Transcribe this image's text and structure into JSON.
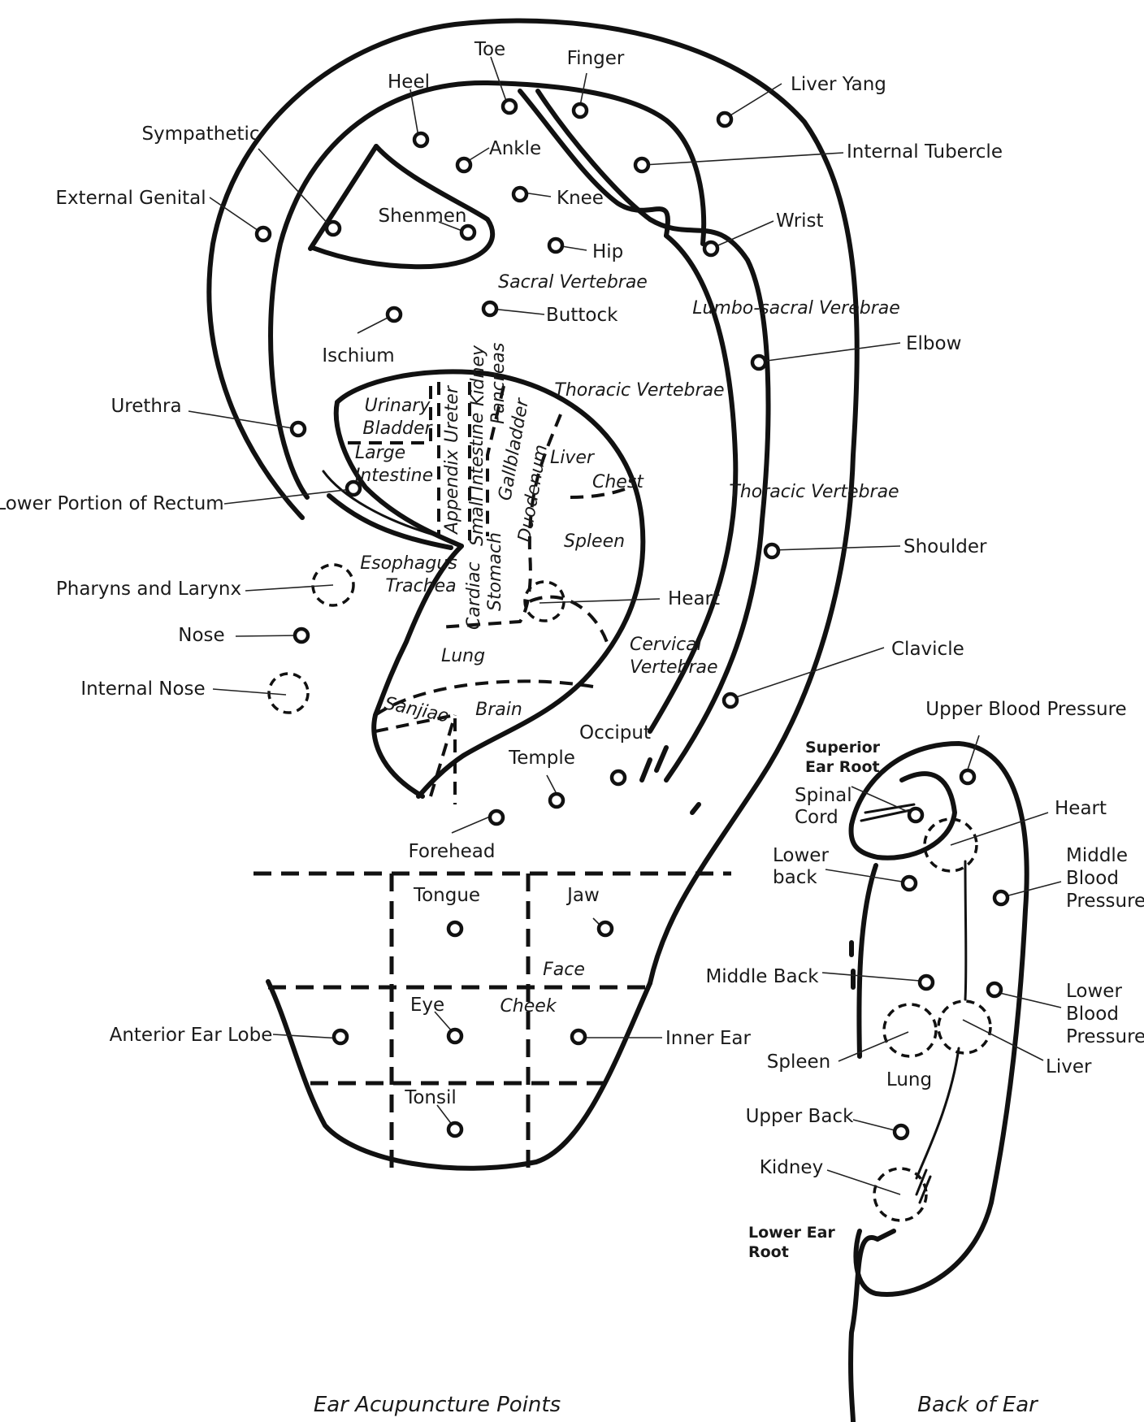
{
  "front": {
    "caption": "Ear Acupuncture Points",
    "points": [
      {
        "id": "toe",
        "label": "Toe"
      },
      {
        "id": "finger",
        "label": "Finger"
      },
      {
        "id": "heel",
        "label": "Heel"
      },
      {
        "id": "liver-yang",
        "label": "Liver Yang"
      },
      {
        "id": "sympathetic",
        "label": "Sympathetic"
      },
      {
        "id": "ankle",
        "label": "Ankle"
      },
      {
        "id": "internal-tubercle",
        "label": "Internal Tubercle"
      },
      {
        "id": "external-genital",
        "label": "External Genital"
      },
      {
        "id": "knee",
        "label": "Knee"
      },
      {
        "id": "shenmen",
        "label": "Shenmen"
      },
      {
        "id": "wrist",
        "label": "Wrist"
      },
      {
        "id": "hip",
        "label": "Hip"
      },
      {
        "id": "buttock",
        "label": "Buttock"
      },
      {
        "id": "ischium",
        "label": "Ischium"
      },
      {
        "id": "elbow",
        "label": "Elbow"
      },
      {
        "id": "urethra",
        "label": "Urethra"
      },
      {
        "id": "lower-rectum",
        "label": "Lower Portion of Rectum"
      },
      {
        "id": "shoulder",
        "label": "Shoulder"
      },
      {
        "id": "pharynx",
        "label": "Pharyns and Larynx"
      },
      {
        "id": "heart",
        "label": "Heart"
      },
      {
        "id": "nose",
        "label": "Nose"
      },
      {
        "id": "clavicle",
        "label": "Clavicle"
      },
      {
        "id": "internal-nose",
        "label": "Internal Nose"
      },
      {
        "id": "occiput",
        "label": "Occiput"
      },
      {
        "id": "temple",
        "label": "Temple"
      },
      {
        "id": "forehead",
        "label": "Forehead"
      },
      {
        "id": "tongue",
        "label": "Tongue"
      },
      {
        "id": "jaw",
        "label": "Jaw"
      },
      {
        "id": "eye",
        "label": "Eye"
      },
      {
        "id": "anterior-ear-lobe",
        "label": "Anterior Ear Lobe"
      },
      {
        "id": "inner-ear",
        "label": "Inner Ear"
      },
      {
        "id": "tonsil",
        "label": "Tonsil"
      }
    ],
    "regions": [
      {
        "id": "sacral-vertebrae",
        "label": "Sacral Vertebrae"
      },
      {
        "id": "lumbo-sacral",
        "label": "Lumbo-sacral Verebrae"
      },
      {
        "id": "thoracic-vertebrae-inner",
        "label": "Thoracic Vertebrae"
      },
      {
        "id": "thoracic-vertebrae-outer",
        "label": "Thoracic Vertebrae"
      },
      {
        "id": "urinary",
        "label": "Urinary"
      },
      {
        "id": "bladder",
        "label": "Bladder"
      },
      {
        "id": "large",
        "label": "Large"
      },
      {
        "id": "intestine",
        "label": "Intestine"
      },
      {
        "id": "ureter",
        "label": "Ureter"
      },
      {
        "id": "kidney",
        "label": "Kidney"
      },
      {
        "id": "pancreas",
        "label": "Pancreas"
      },
      {
        "id": "appendix",
        "label": "Appendix"
      },
      {
        "id": "small-intestine",
        "label": "Small Intestine"
      },
      {
        "id": "gallbladder",
        "label": "Gallbladder"
      },
      {
        "id": "duodenum",
        "label": "Duodenum"
      },
      {
        "id": "liver",
        "label": "Liver"
      },
      {
        "id": "chest",
        "label": "Chest"
      },
      {
        "id": "spleen",
        "label": "Spleen"
      },
      {
        "id": "esophagus",
        "label": "Esophagus"
      },
      {
        "id": "trachea",
        "label": "Trachea"
      },
      {
        "id": "cardiac",
        "label": "Cardiac"
      },
      {
        "id": "stomach",
        "label": "Stomach"
      },
      {
        "id": "cervical",
        "label": "Cervical"
      },
      {
        "id": "vertebrae",
        "label": "Vertebrae"
      },
      {
        "id": "lung",
        "label": "Lung"
      },
      {
        "id": "sanjiao",
        "label": "Sanjiao"
      },
      {
        "id": "brain",
        "label": "Brain"
      },
      {
        "id": "face",
        "label": "Face"
      },
      {
        "id": "cheek",
        "label": "Cheek"
      }
    ]
  },
  "back": {
    "caption": "Back of Ear",
    "points": [
      {
        "id": "upper-bp",
        "label": "Upper Blood Pressure"
      },
      {
        "id": "spinal-cord-1",
        "label": "Spinal"
      },
      {
        "id": "spinal-cord-2",
        "label": "Cord"
      },
      {
        "id": "heart",
        "label": "Heart"
      },
      {
        "id": "lower-back-1",
        "label": "Lower"
      },
      {
        "id": "lower-back-2",
        "label": "back"
      },
      {
        "id": "middle-bp-1",
        "label": "Middle"
      },
      {
        "id": "middle-bp-2",
        "label": "Blood"
      },
      {
        "id": "middle-bp-3",
        "label": "Pressure"
      },
      {
        "id": "middle-back",
        "label": "Middle Back"
      },
      {
        "id": "lower-bp-1",
        "label": "Lower"
      },
      {
        "id": "lower-bp-2",
        "label": "Blood"
      },
      {
        "id": "lower-bp-3",
        "label": "Pressure"
      },
      {
        "id": "spleen",
        "label": "Spleen"
      },
      {
        "id": "lung",
        "label": "Lung"
      },
      {
        "id": "liver",
        "label": "Liver"
      },
      {
        "id": "upper-back",
        "label": "Upper Back"
      },
      {
        "id": "kidney",
        "label": "Kidney"
      }
    ],
    "roots": [
      {
        "id": "superior-1",
        "label": "Superior"
      },
      {
        "id": "superior-2",
        "label": "Ear Root"
      },
      {
        "id": "lower-1",
        "label": "Lower Ear"
      },
      {
        "id": "lower-2",
        "label": "Root"
      }
    ]
  }
}
